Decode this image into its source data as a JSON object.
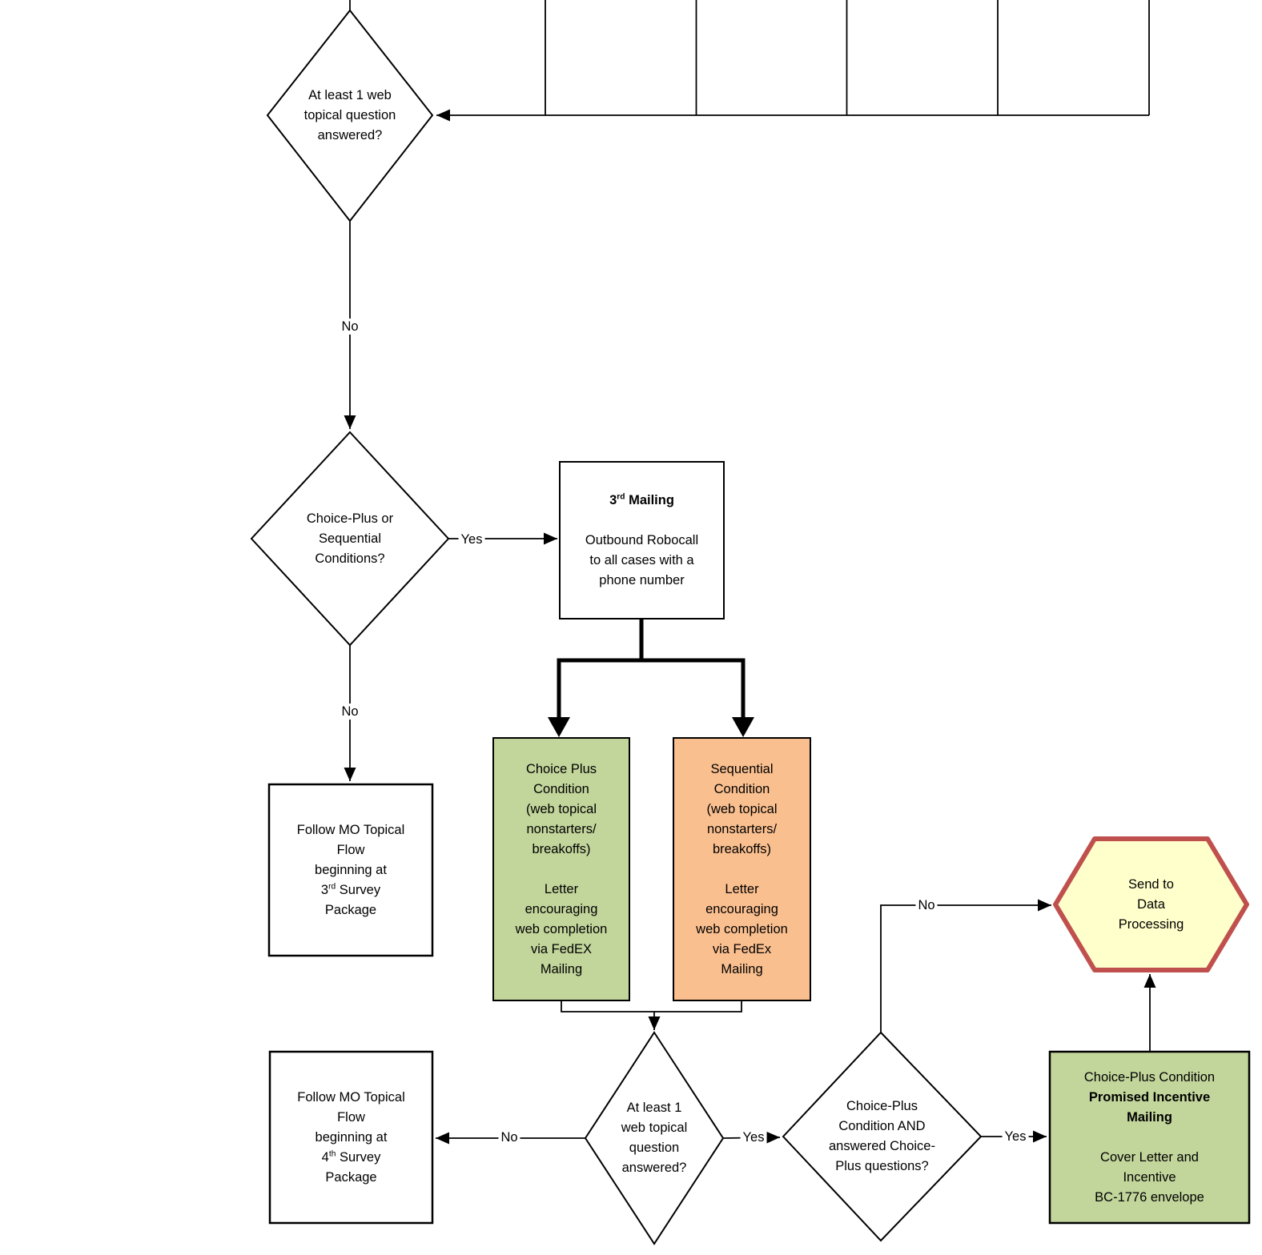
{
  "colors": {
    "background": "#FFFFFF",
    "line": "#000000",
    "box_green": "#C2D59B",
    "box_orange": "#FABF8F",
    "hex_yellow": "#FFFFCC",
    "hex_border": "#C0504D"
  },
  "nodes": {
    "d1": {
      "text": "At least 1 web\ntopical question\nanswered?"
    },
    "d1_no": "No",
    "d2": {
      "text": "Choice-Plus or\nSequential\nConditions?"
    },
    "d2_yes": "Yes",
    "d2_no": "No",
    "mailing3": {
      "title_num": "3",
      "title_sup": "rd",
      "title_rest": " Mailing",
      "body": "Outbound Robocall\nto all cases with a\nphone number"
    },
    "choice_plus_box": {
      "text": "Choice Plus\nCondition\n(web topical\nnonstarters/\nbreakoffs)\n\nLetter\nencouraging\nweb completion\nvia FedEX\nMailing"
    },
    "sequential_box": {
      "text": "Sequential\nCondition\n(web topical\nnonstarters/\nbreakoffs)\n\nLetter\nencouraging\nweb completion\nvia FedEx\nMailing"
    },
    "follow3": {
      "before": "Follow MO Topical\nFlow\nbeginning at\n3",
      "sup": "rd",
      "after": " Survey\nPackage"
    },
    "d3": {
      "text": "At least 1\nweb topical\nquestion\nanswered?"
    },
    "d3_no": "No",
    "d3_yes": "Yes",
    "follow4": {
      "before": "Follow MO Topical\nFlow\nbeginning at\n4",
      "sup": "th",
      "after": " Survey\nPackage"
    },
    "d4": {
      "text": "Choice-Plus\nCondition AND\nanswered Choice-\nPlus questions?"
    },
    "d4_yes": "Yes",
    "d4_no": "No",
    "incentive_box": {
      "line1": "Choice-Plus Condition",
      "bold": "Promised Incentive\nMailing",
      "rest": "Cover Letter and\nIncentive\nBC-1776 envelope"
    },
    "hexagon": {
      "text": "Send to\nData\nProcessing"
    }
  }
}
